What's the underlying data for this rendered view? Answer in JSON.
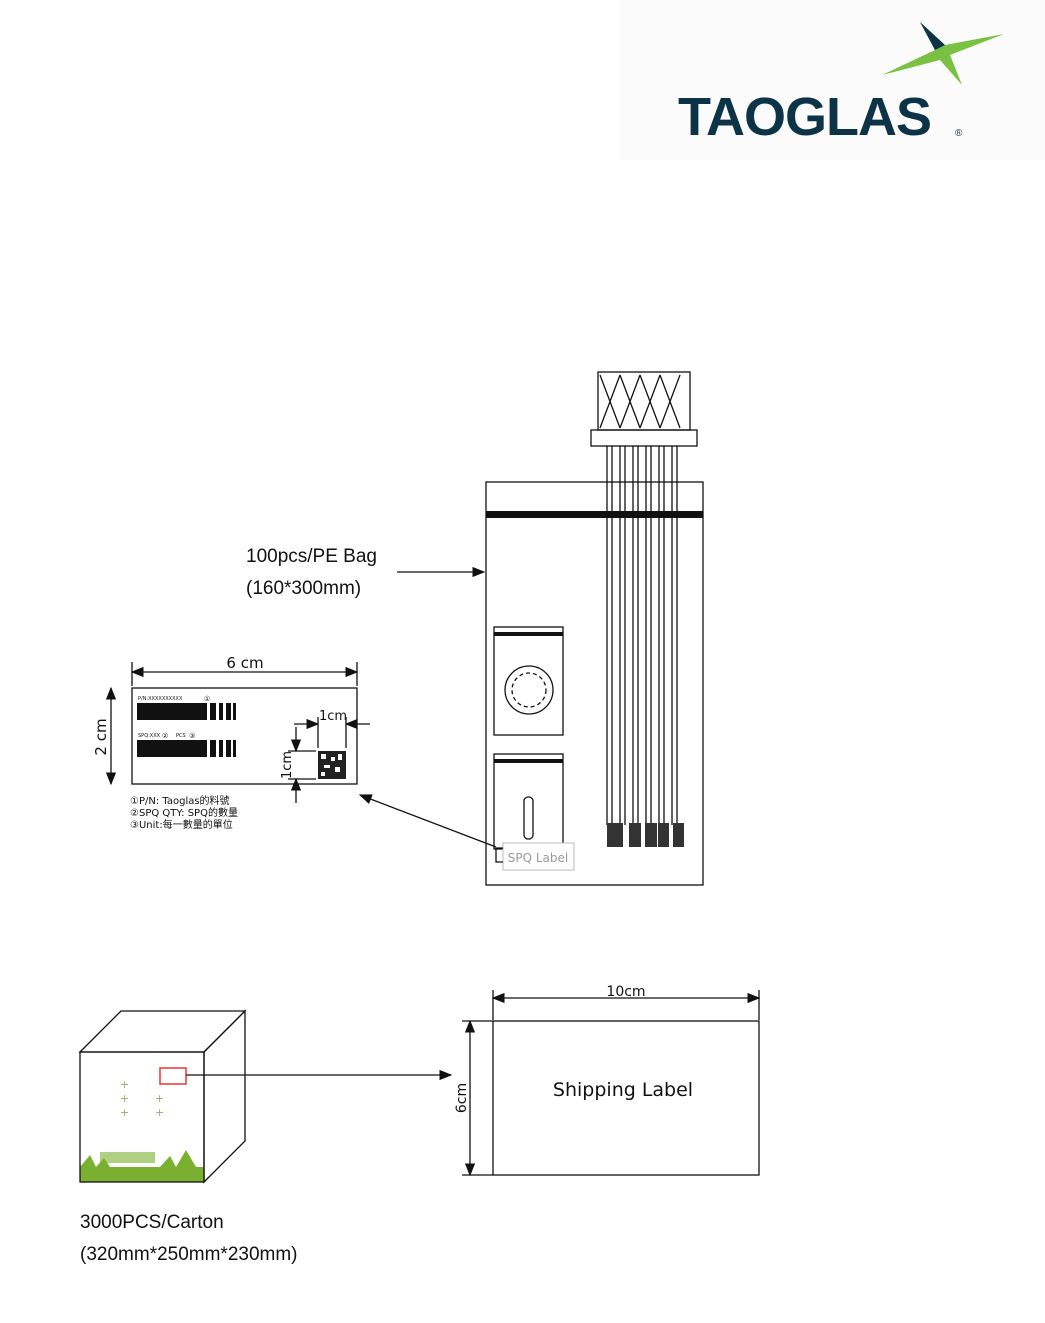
{
  "logo": {
    "text": "TAOGLAS",
    "registered": "®",
    "brand_color": "#0d3347",
    "accent_color": "#7ac143"
  },
  "bag": {
    "qty_label": "100pcs/PE Bag",
    "size_label": "(160*300mm)",
    "spq_label": "SPQ Label"
  },
  "spq_label_detail": {
    "width_dim": "6 cm",
    "height_dim": "2 cm",
    "qr_width_dim": "1cm",
    "qr_height_dim": "1cm",
    "pn_field": "P/N:XXXXXXXXXX",
    "pn_marker": "①",
    "spq_field": "SPQ:XXX",
    "spq_marker": "②",
    "pcs_field": "PCS",
    "pcs_marker": "③",
    "legend": [
      "①P/N: Taoglas的料號",
      "②SPQ QTY: SPQ的數量",
      "③Unit:每一數量的單位"
    ]
  },
  "shipping": {
    "width_dim": "10cm",
    "height_dim": "6cm",
    "label": "Shipping Label"
  },
  "carton": {
    "qty_label": "3000PCS/Carton",
    "size_label": "(320mm*250mm*230mm)",
    "grass_color": "#7ab030"
  }
}
